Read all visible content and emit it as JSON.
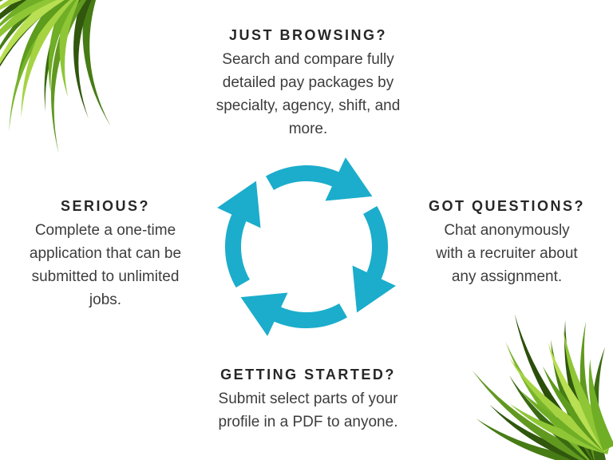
{
  "colors": {
    "background": "#ffffff",
    "arrow_teal": "#1badcb",
    "heading_text": "#272727",
    "body_text": "#3d3d3d",
    "palm_green_dark": "#30570d",
    "palm_green_bright": "#8fc636"
  },
  "cycle": {
    "icon": "cycle-arrows-icon",
    "arrow_count": 4,
    "direction": "clockwise"
  },
  "steps": [
    {
      "position": "top",
      "title": "JUST BROWSING?",
      "description": "Search and compare fully detailed pay packages by specialty, agency, shift, and more.",
      "lines": [
        "Search and compare fully",
        "detailed pay packages by",
        "specialty, agency, shift, and",
        "more."
      ]
    },
    {
      "position": "right",
      "title": "GOT QUESTIONS?",
      "description": "Chat anonymously with a recruiter about any assignment.",
      "lines": [
        "Chat anonymously",
        "with a recruiter about",
        "any assignment."
      ]
    },
    {
      "position": "bottom",
      "title": "GETTING STARTED?",
      "description": "Submit select parts of your profile in a PDF to anyone.",
      "lines": [
        "Submit select parts of your",
        "profile in a PDF to anyone."
      ]
    },
    {
      "position": "left",
      "title": "SERIOUS?",
      "description": "Complete a one-time application that can be submitted to unlimited jobs.",
      "lines": [
        "Complete a one-time",
        "application that can be",
        "submitted to unlimited",
        "jobs."
      ]
    }
  ],
  "decorations": [
    {
      "name": "palm-leaf-top-left"
    },
    {
      "name": "palm-leaf-bottom-right"
    }
  ]
}
